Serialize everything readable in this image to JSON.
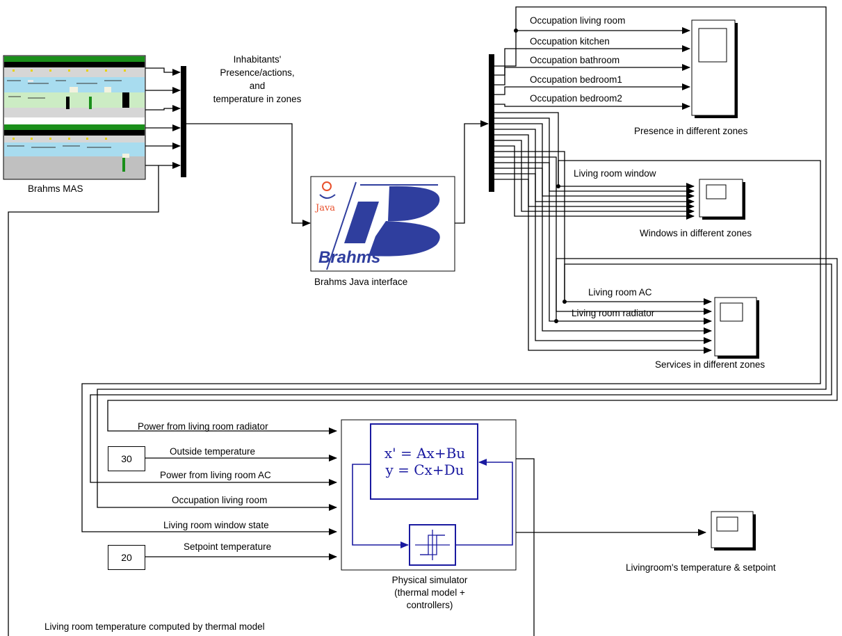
{
  "colors": {
    "wire": "#000000",
    "controller": "#1a1aa0",
    "java_blue": "#2f3e9e",
    "java_orange": "#e8502c"
  },
  "brahms_mas": {
    "caption": "Brahms MAS"
  },
  "bus_label": {
    "line1": "Inhabitants'",
    "line2": "Presence/actions,",
    "line3": "and",
    "line4": "temperature in zones"
  },
  "java_block": {
    "logo_text": "Java",
    "brand_text": "Brahms",
    "caption": "Brahms Java interface"
  },
  "presence_scope": {
    "caption": "Presence in different zones",
    "signals": [
      "Occupation living room",
      "Occupation kitchen",
      "Occupation bathroom",
      "Occupation bedroom1",
      "Occupation bedroom2"
    ]
  },
  "windows_scope": {
    "caption": "Windows in different zones",
    "signal": "Living room window"
  },
  "services_scope": {
    "caption": "Services in different zones",
    "signals": [
      "Living room AC",
      "Living room radiator"
    ]
  },
  "simulator": {
    "inputs": [
      "Power from living room radiator",
      "Outside temperature",
      "Power from living room AC",
      "Occupation living room",
      "Living room window state",
      "Setpoint temperature"
    ],
    "state_space_line1": "x' = Ax+Bu",
    "state_space_line2": "y = Cx+Du",
    "caption_line1": "Physical simulator",
    "caption_line2": "(thermal model +",
    "caption_line3": "controllers)"
  },
  "constants": {
    "outside": "30",
    "setpoint": "20"
  },
  "temp_scope": {
    "caption": "Livingroom's temperature & setpoint"
  },
  "feedback_label": "Living room temperature computed by thermal model"
}
